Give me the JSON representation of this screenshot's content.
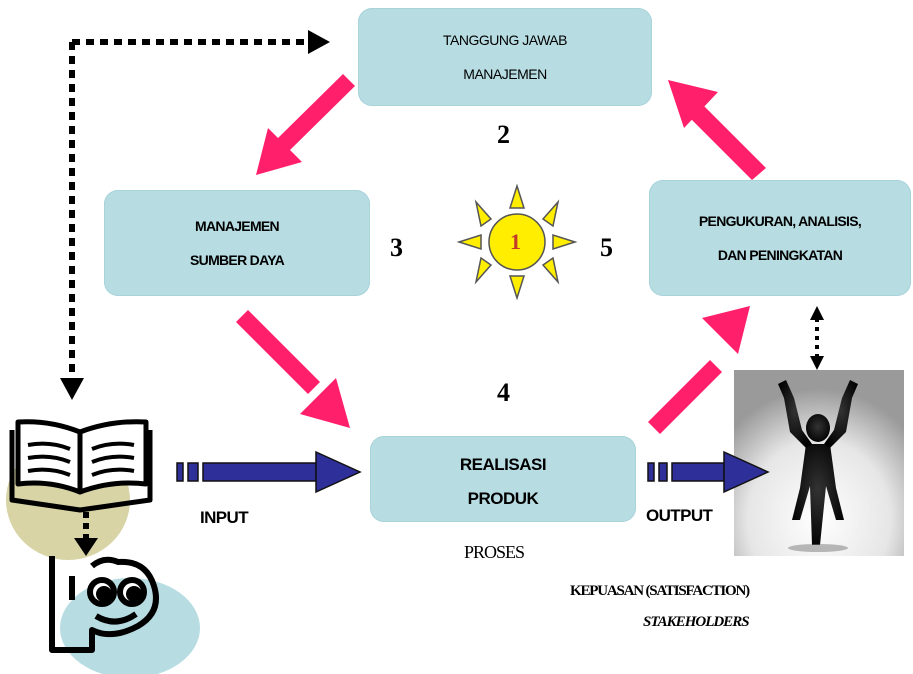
{
  "boxes": {
    "top": {
      "line1": "TANGGUNG JAWAB",
      "line2": "MANAJEMEN"
    },
    "left": {
      "line1": "MANAJEMEN",
      "line2": "SUMBER DAYA"
    },
    "right": {
      "line1": "PENGUKURAN, ANALISIS,",
      "line2": "DAN PENINGKATAN"
    },
    "center": {
      "line1": "REALISASI",
      "line2": "PRODUK"
    }
  },
  "numbers": {
    "n1": "1",
    "n2": "2",
    "n3": "3",
    "n4": "4",
    "n5": "5"
  },
  "labels": {
    "input": "INPUT",
    "output": "OUTPUT",
    "proses": "PROSES",
    "kepuasan": "KEPUASAN (SATISFACTION)",
    "stakeholders": "STAKEHOLDERS"
  },
  "colors": {
    "box_fill": "#b7dde3",
    "cycle_arrow": "#ff1f6b",
    "flow_arrow": "#2f2f9a",
    "sun_fill": "#ffee00",
    "sun_number": "#c0392b"
  },
  "icons": [
    "open-book-icon",
    "thinking-person-icon",
    "sun-icon",
    "silhouette-person-image"
  ]
}
